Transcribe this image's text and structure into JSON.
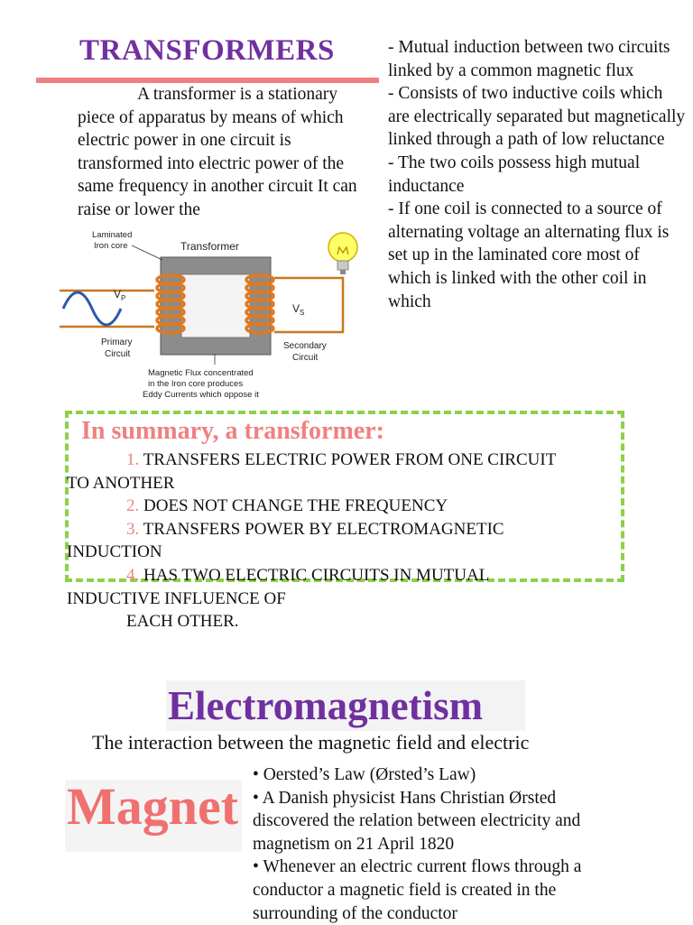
{
  "transformers": {
    "title": "TRANSFORMERS",
    "intro": "A transformer is a stationary piece of apparatus by means of which electric power in one circuit is transformed into electric power of the same frequency in another circuit It can raise or lower the",
    "points": [
      "- Mutual induction between two circuits linked by a common magnetic flux",
      "- Consists of two inductive coils which are electrically separated but magnetically linked through a path of low reluctance",
      "- The two coils possess high mutual inductance",
      "- If one coil is connected to a source of alternating voltage an alternating flux is set up in the laminated core most of which is linked with the other coil in which"
    ]
  },
  "diagram": {
    "title": "Transformer",
    "core_label_1": "Laminated",
    "core_label_2": "Iron core",
    "vp": "V",
    "vp_sub": "P",
    "vs": "V",
    "vs_sub": "S",
    "primary_1": "Primary",
    "primary_2": "Circuit",
    "secondary_1": "Secondary",
    "secondary_2": "Circuit",
    "flux_1": "Magnetic Flux concentrated",
    "flux_2": "in the Iron core produces",
    "flux_3": "Eddy Currents which oppose it"
  },
  "summary": {
    "heading": "In summary, a transformer:",
    "items": [
      {
        "num": "1.",
        "lines": [
          "TRANSFERS ELECTRIC POWER FROM ONE CIRCUIT",
          "TO ANOTHER"
        ]
      },
      {
        "num": "2.",
        "lines": [
          "DOES NOT CHANGE THE FREQUENCY"
        ]
      },
      {
        "num": "3.",
        "lines": [
          "TRANSFERS POWER BY ELECTROMAGNETIC",
          "INDUCTION"
        ]
      },
      {
        "num": "4.",
        "lines": [
          "HAS TWO ELECTRIC CIRCUITS IN MUTUAL",
          "INDUCTIVE INFLUENCE OF",
          "EACH OTHER."
        ]
      }
    ]
  },
  "electromagnetism": {
    "title": "Electromagnetism",
    "subtitle": "The interaction between the magnetic field and electric",
    "magnet_heading": "Magnet",
    "bullets": [
      "• Oersted’s Law (Ørsted’s Law)",
      "• A Danish physicist Hans Christian Ørsted discovered the relation between electricity and magnetism on 21 April 1820",
      "• Whenever an electric current flows through a conductor a magnetic field is created in the surrounding of the conductor"
    ]
  },
  "colors": {
    "title_purple": "#7030a0",
    "accent_pink": "#f08080",
    "dash_green": "#8dd04a",
    "coil_orange": "#e07a20"
  }
}
